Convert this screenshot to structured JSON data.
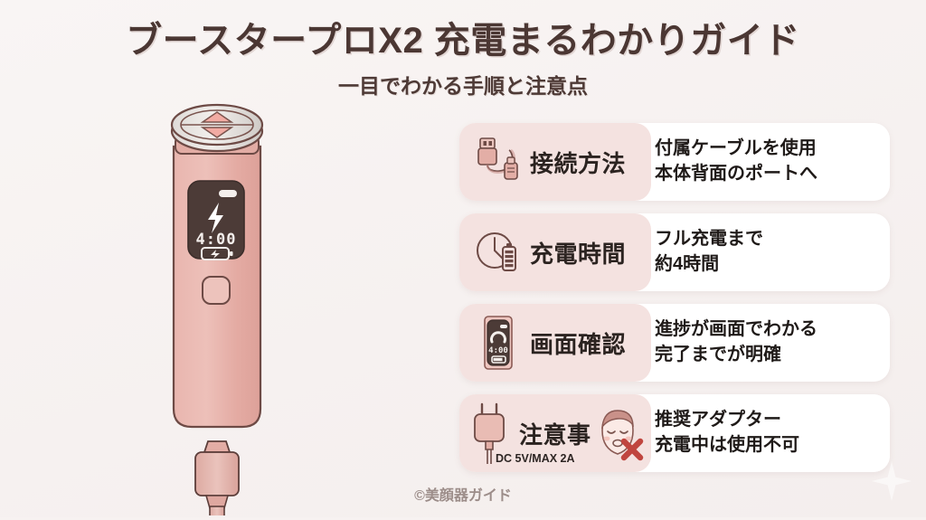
{
  "header": {
    "title": "ブースタープロX2 充電まるわかりガイド",
    "subtitle": "一目でわかる手順と注意点"
  },
  "device": {
    "name": "facial-beauty-device",
    "screen": {
      "time": "4:00",
      "bolt_icon": "lightning-bolt-icon",
      "battery_icon": "battery-charging-icon",
      "top_bar_icon": "status-bar-icon"
    },
    "body_color": "#e8b5ae",
    "head_color": "#e3e1df",
    "electrode_color": "#f0aaa2",
    "screen_color": "#4c3b37",
    "cable_connector": "usb-c-connector",
    "cable_color": "#e0aea6"
  },
  "cards": [
    {
      "icon": "usb-cable-icon",
      "label": "接続方法",
      "lines": [
        "付属ケーブルを使用",
        "本体背面のポートへ"
      ]
    },
    {
      "icon": "clock-battery-icon",
      "label": "充電時間",
      "lines": [
        "フル充電まで",
        "約4時間"
      ]
    },
    {
      "icon": "device-screen-icon",
      "label": "画面確認",
      "lines": [
        "進捗が画面でわかる",
        "完了までが明確"
      ],
      "screen_time": "4:00"
    },
    {
      "icon": "power-adapter-icon",
      "label": "注意事",
      "sub_label": "DC 5V/MAX 2A",
      "warning_icon": "face-no-use-icon",
      "lines": [
        "推奨アダプター",
        "充電中は使用不可"
      ]
    }
  ],
  "footer": {
    "credit": "©美顔器ガイド"
  },
  "colors": {
    "background": "#f7f2f1",
    "card_left": "#f4e2e0",
    "card_right": "#ffffff",
    "title_text": "#4b3733",
    "body_text": "#1f1a18",
    "accent_pink": "#e0aea6",
    "warning_red": "#c0453f"
  }
}
